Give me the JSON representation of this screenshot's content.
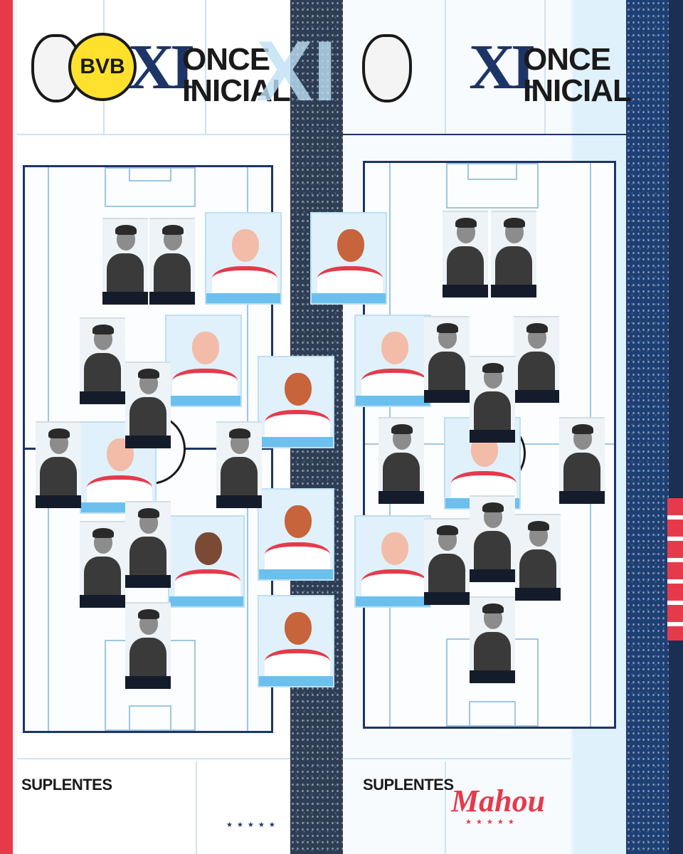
{
  "header": {
    "xi_mark": "XI",
    "wordmark_line1": "ONCE",
    "wordmark_line2": "INICIAL",
    "crest_left_text": "",
    "crest_yellow_text": "BVB"
  },
  "subs": {
    "left_title": "SUPLENTES",
    "right_title": "SUPLENTES"
  },
  "sponsor": {
    "brand": "Mahou",
    "stars": "★★★★★"
  },
  "colors": {
    "navy": "#1d3566",
    "red": "#e63a4b",
    "sky": "#6cc0ee",
    "yellow": "#fde12d"
  }
}
